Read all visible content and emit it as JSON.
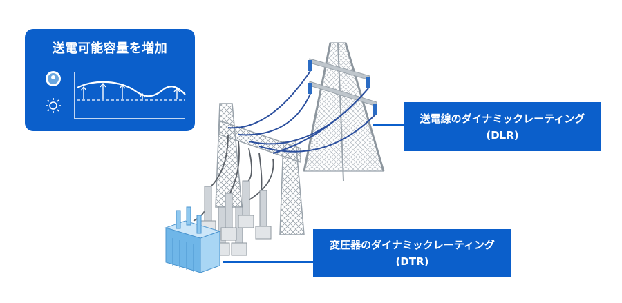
{
  "info_panel": {
    "title": "送電可能容量を増加",
    "icons": [
      "brain-head-icon",
      "sun-icon"
    ]
  },
  "labels": {
    "dlr": {
      "line1": "送電線のダイナミックレーティング",
      "line2": "(DLR)"
    },
    "dtr": {
      "line1": "変圧器のダイナミックレーティング",
      "line2": "(DTR)"
    }
  },
  "colors": {
    "brand_blue": "#0b5fcb",
    "line_blue": "#2b4f9e",
    "steel": "#a8b0b8",
    "transformer": "#8fc8ef"
  }
}
